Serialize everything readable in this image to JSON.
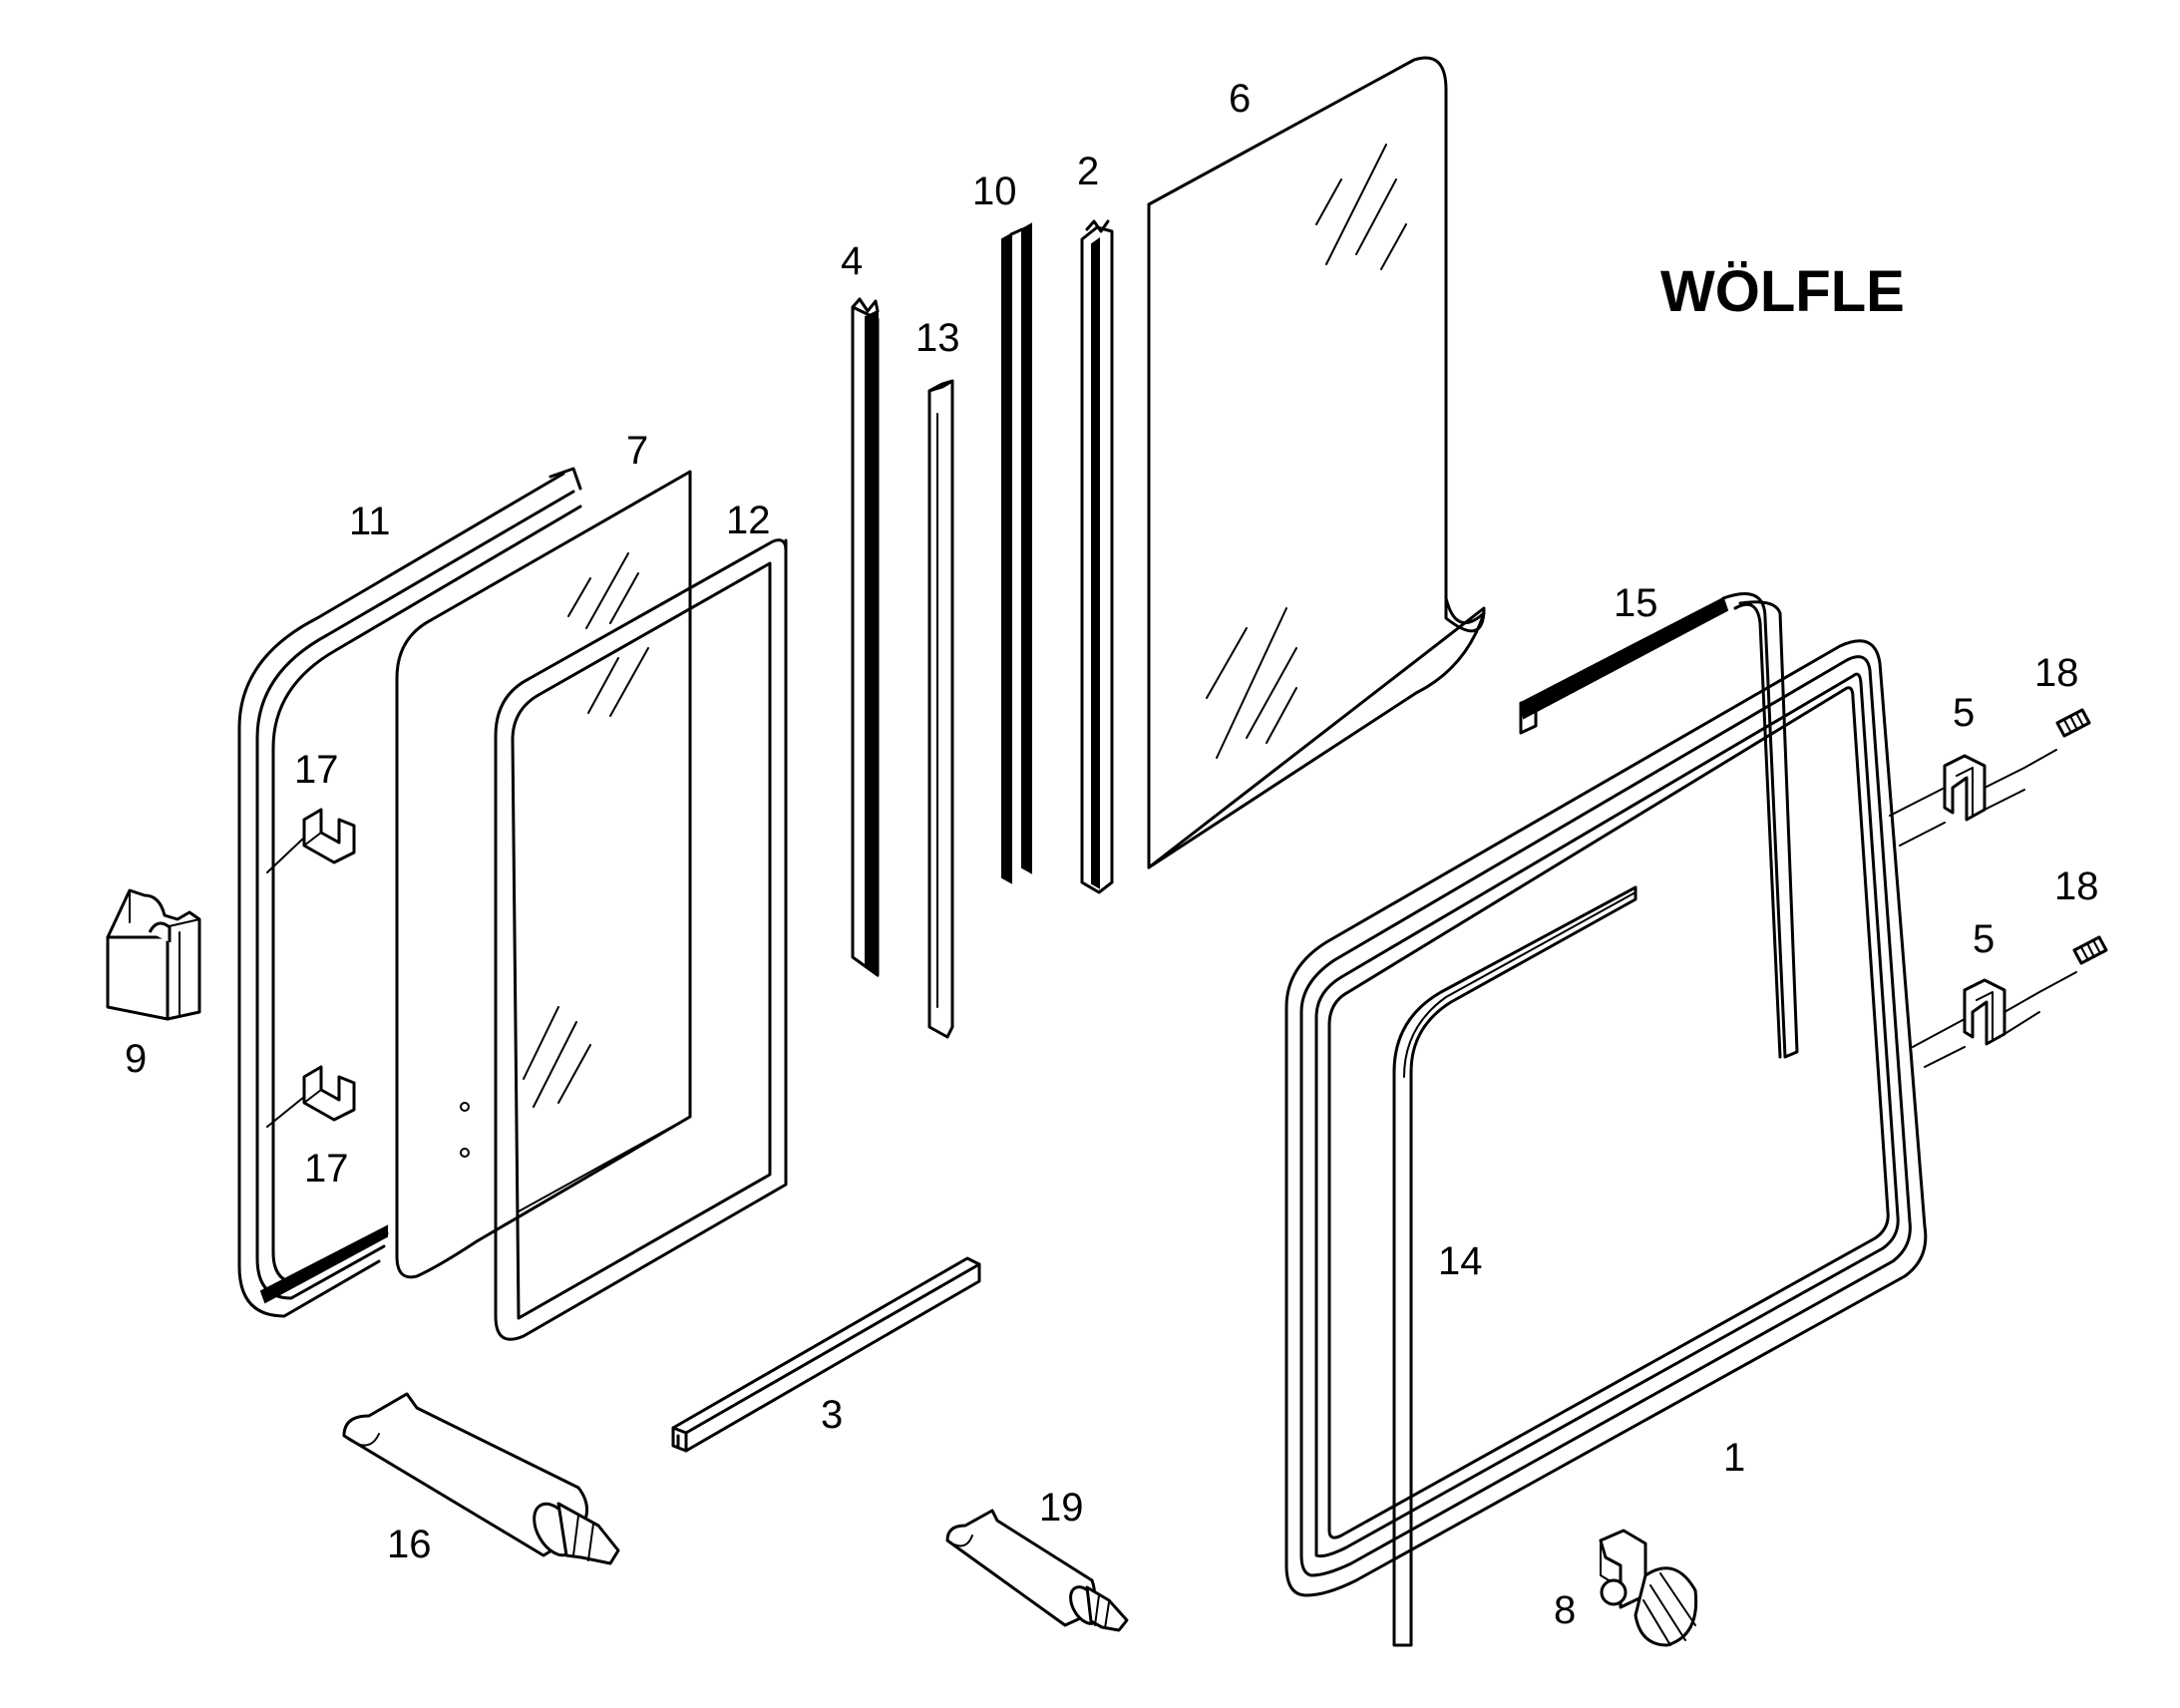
{
  "brand": "WÖLFLE",
  "callouts": {
    "p1": "1",
    "p2": "2",
    "p3": "3",
    "p4": "4",
    "p5a": "5",
    "p5b": "5",
    "p6": "6",
    "p7": "7",
    "p8": "8",
    "p9": "9",
    "p10": "10",
    "p11": "11",
    "p12": "12",
    "p13": "13",
    "p14": "14",
    "p15": "15",
    "p16": "16",
    "p17a": "17",
    "p17b": "17",
    "p18a": "18",
    "p18b": "18",
    "p19": "19"
  }
}
